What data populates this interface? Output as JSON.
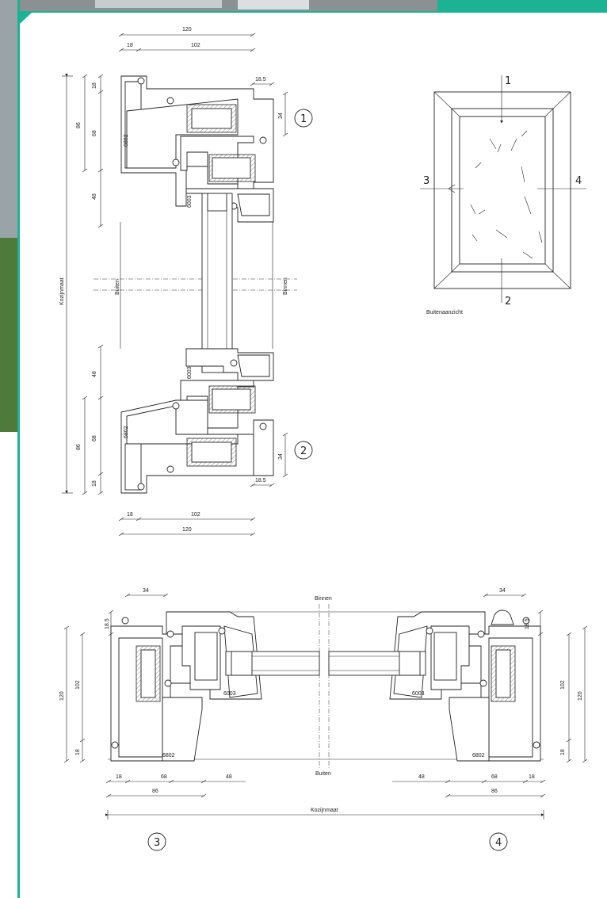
{
  "colors": {
    "accent": "#1bb394",
    "line": "#222222"
  },
  "top_dims": {
    "total": "120",
    "left": "18",
    "right": "102"
  },
  "bottom_dims": {
    "total": "120",
    "left": "18",
    "right": "102"
  },
  "left_dims": {
    "top_a": "18",
    "top_b": "68",
    "top_c": "48",
    "top_group": "86",
    "bottom_a": "48",
    "bottom_b": "68",
    "bottom_c": "18",
    "bottom_group": "86"
  },
  "labels": {
    "kozijnmaat_vertical": "Kozijnmaat",
    "buiten_vertical": "Buiten",
    "binnen_vertical": "Binnen",
    "dim_185_top": "18.5",
    "dim_34_top": "34",
    "dim_34_bottom": "34",
    "dim_185_bottom": "18.5",
    "code_6802": "6802",
    "code_6003": "6003"
  },
  "markers": {
    "one": "1",
    "two": "2",
    "three": "3",
    "four": "4"
  },
  "elevation": {
    "caption": "Buitenaanzicht",
    "n1": "1",
    "n2": "2",
    "n3": "3",
    "n4": "4"
  },
  "horizontal": {
    "binnen": "Binnen",
    "buiten": "Buiten",
    "kozijnmaat": "Kozijnmaat",
    "left_34": "34",
    "left_185": "18.5",
    "left_120": "120",
    "left_102": "102",
    "left_18": "18",
    "left_bot_18": "18",
    "left_bot_68": "68",
    "left_bot_48": "48",
    "left_bot_86": "86",
    "right_34": "34",
    "right_185": "18.5",
    "right_102": "102",
    "right_120": "120",
    "right_18": "18",
    "right_bot_48": "48",
    "right_bot_68": "68",
    "right_bot_18": "18",
    "right_bot_86": "86",
    "code_6003_l": "6003",
    "code_6802_l": "6802",
    "code_6003_r": "6003",
    "code_6802_r": "6802"
  }
}
